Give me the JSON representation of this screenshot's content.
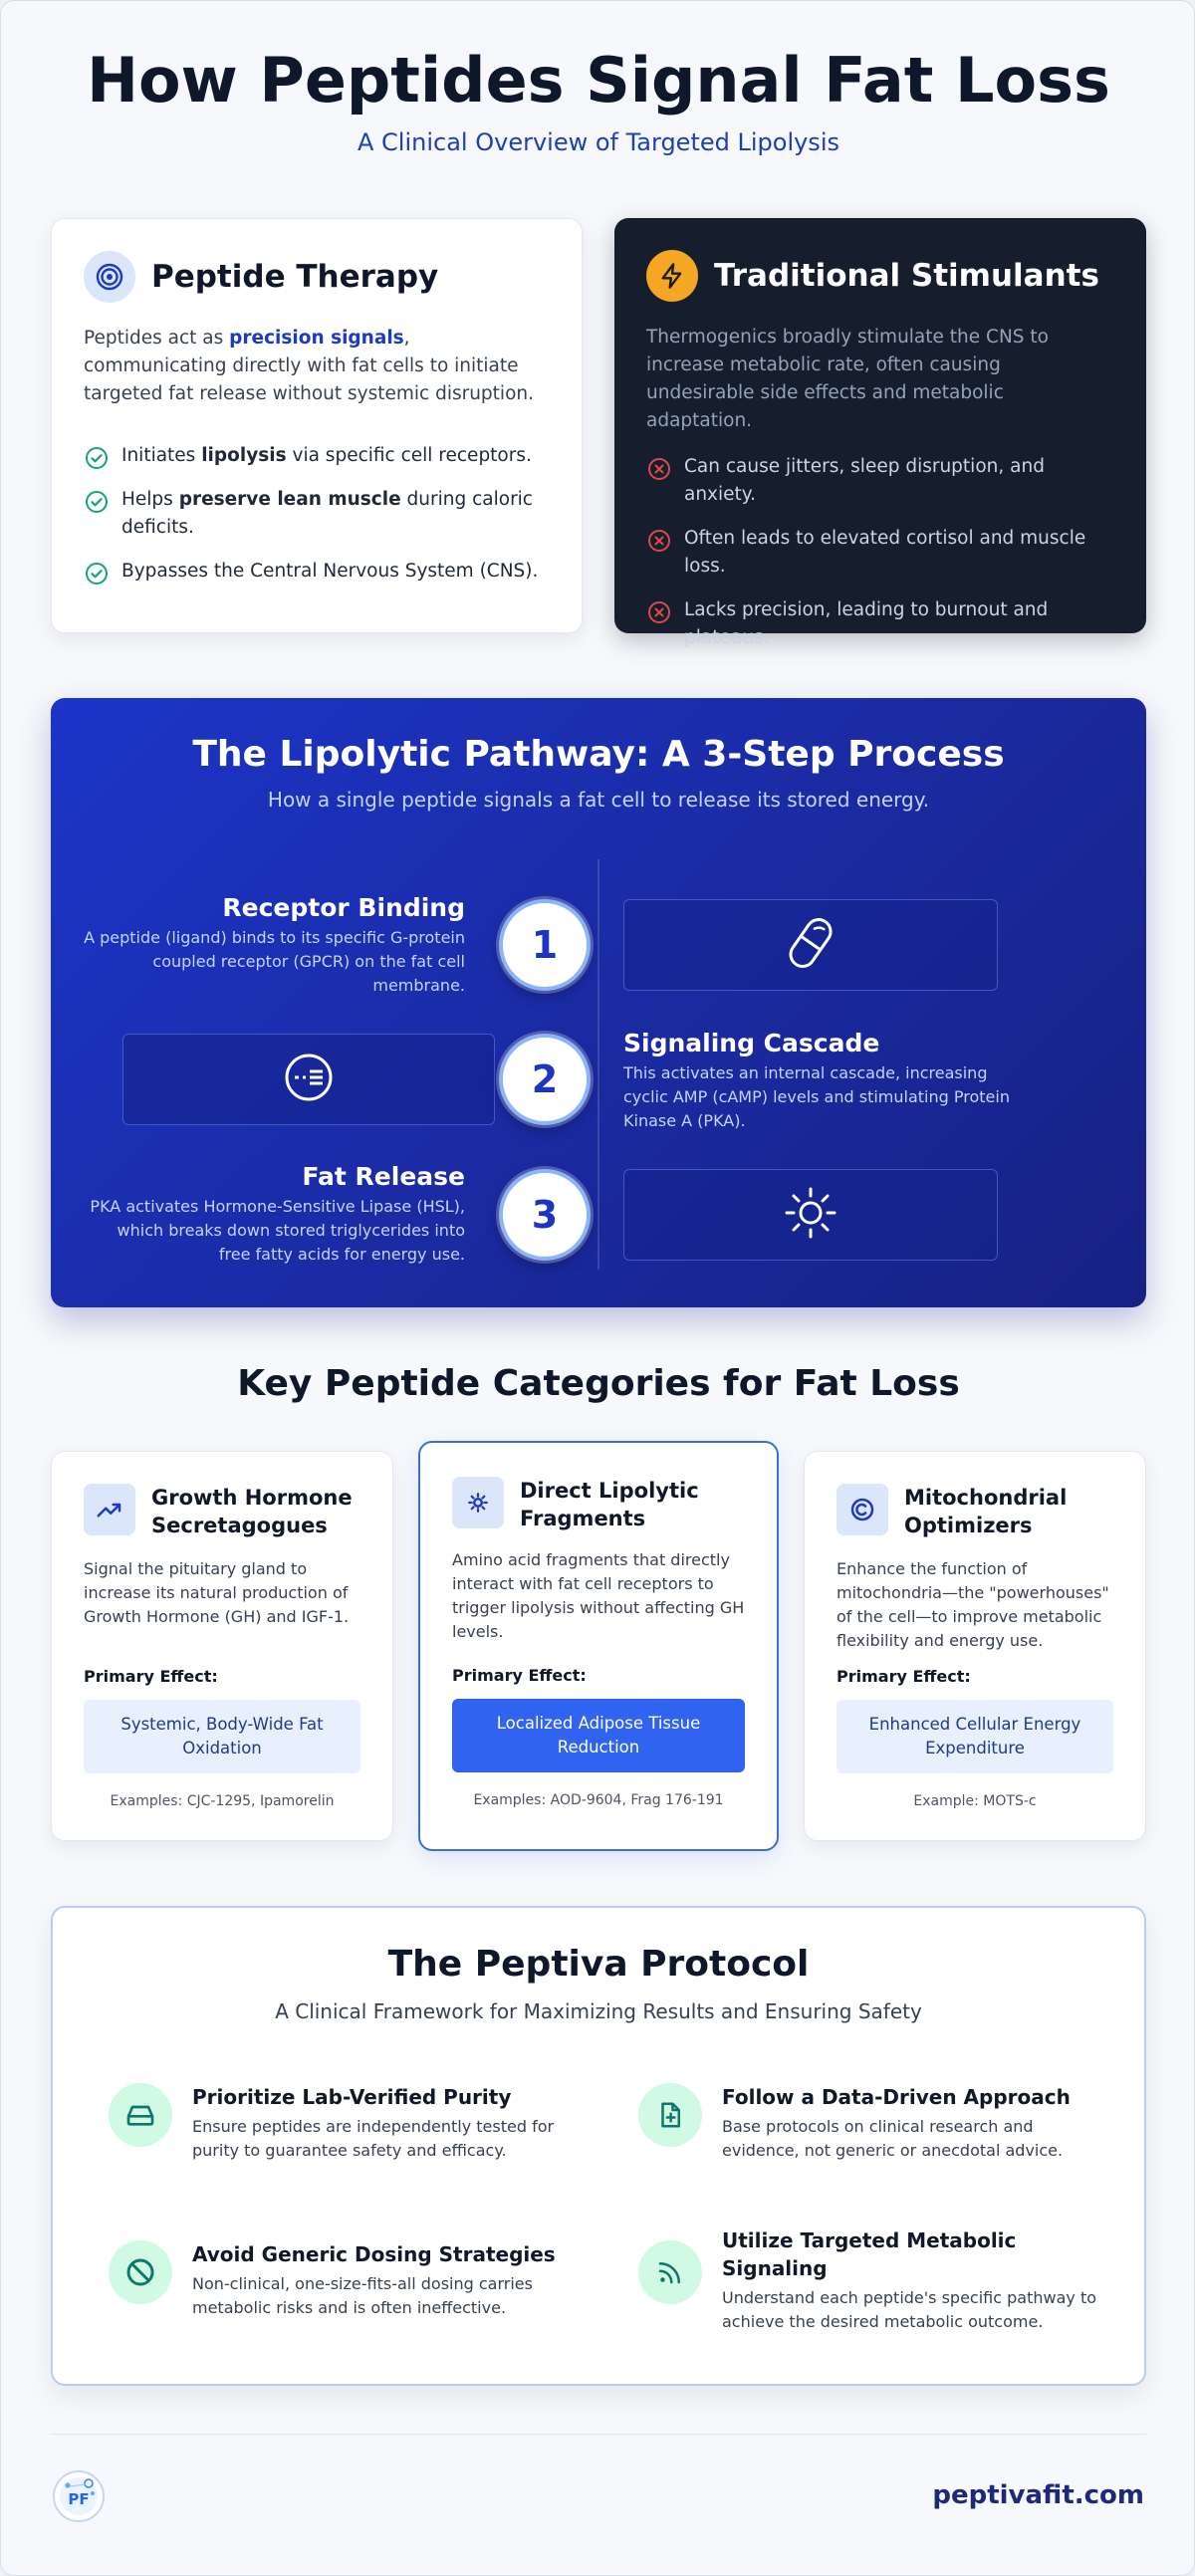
{
  "header": {
    "title": "How Peptides Signal Fat Loss",
    "subtitle": "A Clinical Overview of Targeted Lipolysis"
  },
  "peptide_card": {
    "title": "Peptide Therapy",
    "icon": "target-icon",
    "intro_pre": "Peptides act as ",
    "intro_highlight": "precision signals",
    "intro_post": ", communicating directly with fat cells to initiate targeted fat release without systemic disruption.",
    "bullets": [
      {
        "pre": "Initiates ",
        "bold": "lipolysis",
        "post": " via specific cell receptors."
      },
      {
        "pre": "Helps ",
        "bold": "preserve lean muscle",
        "post": " during caloric deficits."
      },
      {
        "pre": "Bypasses the Central Nervous System (CNS).",
        "bold": "",
        "post": ""
      }
    ],
    "bullet_icon": "check-circle-icon",
    "accent": "#1d3bbf"
  },
  "stimulant_card": {
    "title": "Traditional Stimulants",
    "icon": "lightning-icon",
    "intro": "Thermogenics broadly stimulate the CNS to increase metabolic rate, often causing undesirable side effects and metabolic adaptation.",
    "bullets": [
      "Can cause jitters, sleep disruption, and anxiety.",
      "Often leads to elevated cortisol and muscle loss.",
      "Lacks precision, leading to burnout and plateaus."
    ],
    "bullet_icon": "x-circle-icon",
    "background": "#161e2d"
  },
  "pathway": {
    "title": "The Lipolytic Pathway: A 3-Step Process",
    "subtitle": "How a single peptide signals a fat cell to release its stored energy.",
    "steps": [
      {
        "number": "1",
        "title": "Receptor Binding",
        "text": "A peptide (ligand) binds to its specific G-protein coupled receptor (GPCR) on the fat cell membrane.",
        "icon": "capsule-icon"
      },
      {
        "number": "2",
        "title": "Signaling Cascade",
        "text": "This activates an internal cascade, increasing cyclic AMP (cAMP) levels and stimulating Protein Kinase A (PKA).",
        "icon": "signal-circle-icon"
      },
      {
        "number": "3",
        "title": "Fat Release",
        "text": "PKA activates Hormone-Sensitive Lipase (HSL), which breaks down stored triglycerides into free fatty acids for energy use.",
        "icon": "sun-icon"
      }
    ]
  },
  "categories": {
    "title": "Key Peptide Categories for Fat Loss",
    "effect_label": "Primary Effect:",
    "items": [
      {
        "title": "Growth Hormone Secretagogues",
        "icon": "trending-up-icon",
        "desc": "Signal the pituitary gland to increase its natural production of Growth Hormone (GH) and IGF-1.",
        "effect": "Systemic, Body-Wide Fat Oxidation",
        "examples": "Examples: CJC-1295, Ipamorelin"
      },
      {
        "title": "Direct Lipolytic Fragments",
        "icon": "burst-icon",
        "desc": "Amino acid fragments that directly interact with fat cell receptors to trigger lipolysis without affecting GH levels.",
        "effect": "Localized Adipose Tissue Reduction",
        "examples": "Examples: AOD-9604, Frag 176-191"
      },
      {
        "title": "Mitochondrial Optimizers",
        "icon": "copyright-circle-icon",
        "desc": "Enhance the function of mitochondria—the \"powerhouses\" of the cell—to improve metabolic flexibility and energy use.",
        "effect": "Enhanced Cellular Energy Expenditure",
        "examples": "Example: MOTS-c"
      }
    ]
  },
  "protocol": {
    "title": "The Peptiva Protocol",
    "subtitle": "A Clinical Framework for Maximizing Results and Ensuring Safety",
    "items": [
      {
        "title": "Prioritize Lab-Verified Purity",
        "text": "Ensure peptides are independently tested for purity to guarantee safety and efficacy.",
        "icon": "tray-icon"
      },
      {
        "title": "Follow a Data-Driven Approach",
        "text": "Base protocols on clinical research and evidence, not generic or anecdotal advice.",
        "icon": "file-plus-icon"
      },
      {
        "title": "Avoid Generic Dosing Strategies",
        "text": "Non-clinical, one-size-fits-all dosing carries metabolic risks and is often ineffective.",
        "icon": "ban-icon"
      },
      {
        "title": "Utilize Targeted Metabolic Signaling",
        "text": "Understand each peptide's specific pathway to achieve the desired metabolic outcome.",
        "icon": "rss-icon"
      }
    ]
  },
  "footer": {
    "logo_text": "PF",
    "site": "peptivafit.com"
  }
}
